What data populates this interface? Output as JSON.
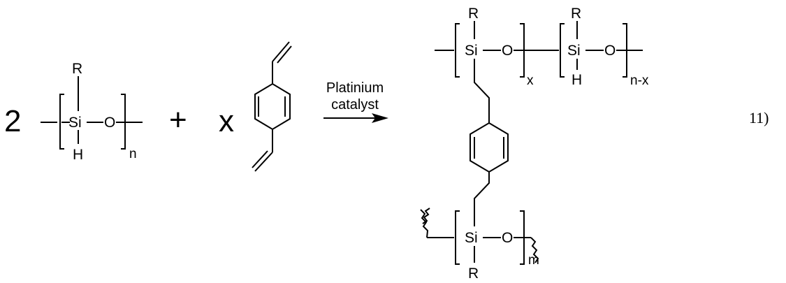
{
  "reactant1": {
    "coefficient": "2",
    "atoms": {
      "si": "Si",
      "o": "O",
      "r": "R",
      "h": "H"
    },
    "subscript": "n"
  },
  "plus": "+",
  "reactant2": {
    "coefficient": "x"
  },
  "arrow": {
    "line1": "Platinium",
    "line2": "catalyst"
  },
  "product": {
    "unit_a": {
      "si": "Si",
      "o": "O",
      "r": "R",
      "subscript": "x"
    },
    "unit_b": {
      "si": "Si",
      "o": "O",
      "r": "R",
      "h": "H",
      "subscript": "n-x"
    },
    "unit_c": {
      "si": "Si",
      "o": "O",
      "r": "R",
      "subscript": "m"
    }
  },
  "equation_number": "11)"
}
